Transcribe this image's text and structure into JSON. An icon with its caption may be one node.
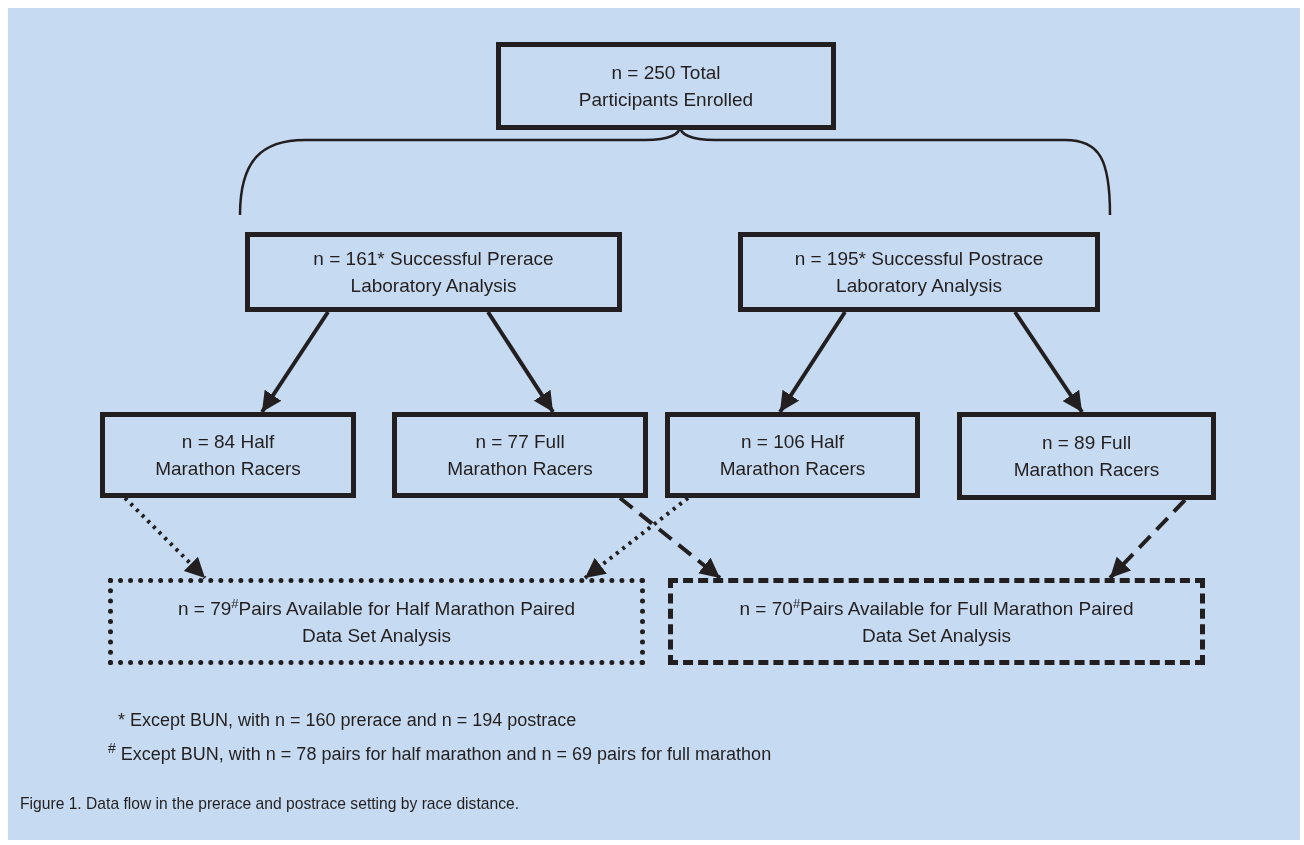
{
  "diagram": {
    "caption": "Figure 1. Data flow in the prerace and postrace setting by race distance.",
    "nodes": [
      {
        "text": [
          "n = 250 Total Participants Enrolled"
        ]
      },
      {
        "text": [
          "n = 161* Successful Prerace Laboratory Analysis"
        ]
      },
      {
        "text": [
          "n = 195* Successful Postrace Laboratory Analysis"
        ]
      },
      {
        "text": [
          "n = 84 Half Marathon Racers"
        ]
      },
      {
        "text": [
          "n = 77 Full Marathon Racers"
        ]
      },
      {
        "text": [
          "n = 106 Half Marathon Racers"
        ]
      },
      {
        "text": [
          "n = 89 Full Marathon Racers"
        ]
      },
      {
        "text": [
          "n = 79$^{#}$Pairs Available for Half Marathon Paired Data Set Analysis"
        ]
      },
      {
        "text": [
          "n = 70$^{#}$Pairs Available for Full Marathon Paired Data Set Analysis"
        ]
      }
    ],
    "edges": [
      {
        "from": 1,
        "to": 3,
        "arrow": "to"
      },
      {
        "from": 1,
        "to": 4,
        "arrow": "to"
      },
      {
        "from": 2,
        "to": 5,
        "arrow": "to"
      },
      {
        "from": 2,
        "to": 6,
        "arrow": "to"
      },
      {
        "from": 3,
        "to": 7,
        "arrow": "to",
        "style": "dashed"
      },
      {
        "from": 5,
        "to": 7,
        "arrow": "to",
        "style": "dashed"
      },
      {
        "from": 4,
        "to": 8,
        "arrow": "to",
        "style": "dashed"
      },
      {
        "from": 6,
        "to": 8,
        "arrow": "to",
        "style": "dashed"
      }
    ],
    "labels": [
      "* Except BUN, with n = 160 prerace and n = 194 postrace",
      "$^{#}$ Except BUN, with n = 78 pairs for half marathon and n = 69 pairs for full marathon"
    ]
  }
}
